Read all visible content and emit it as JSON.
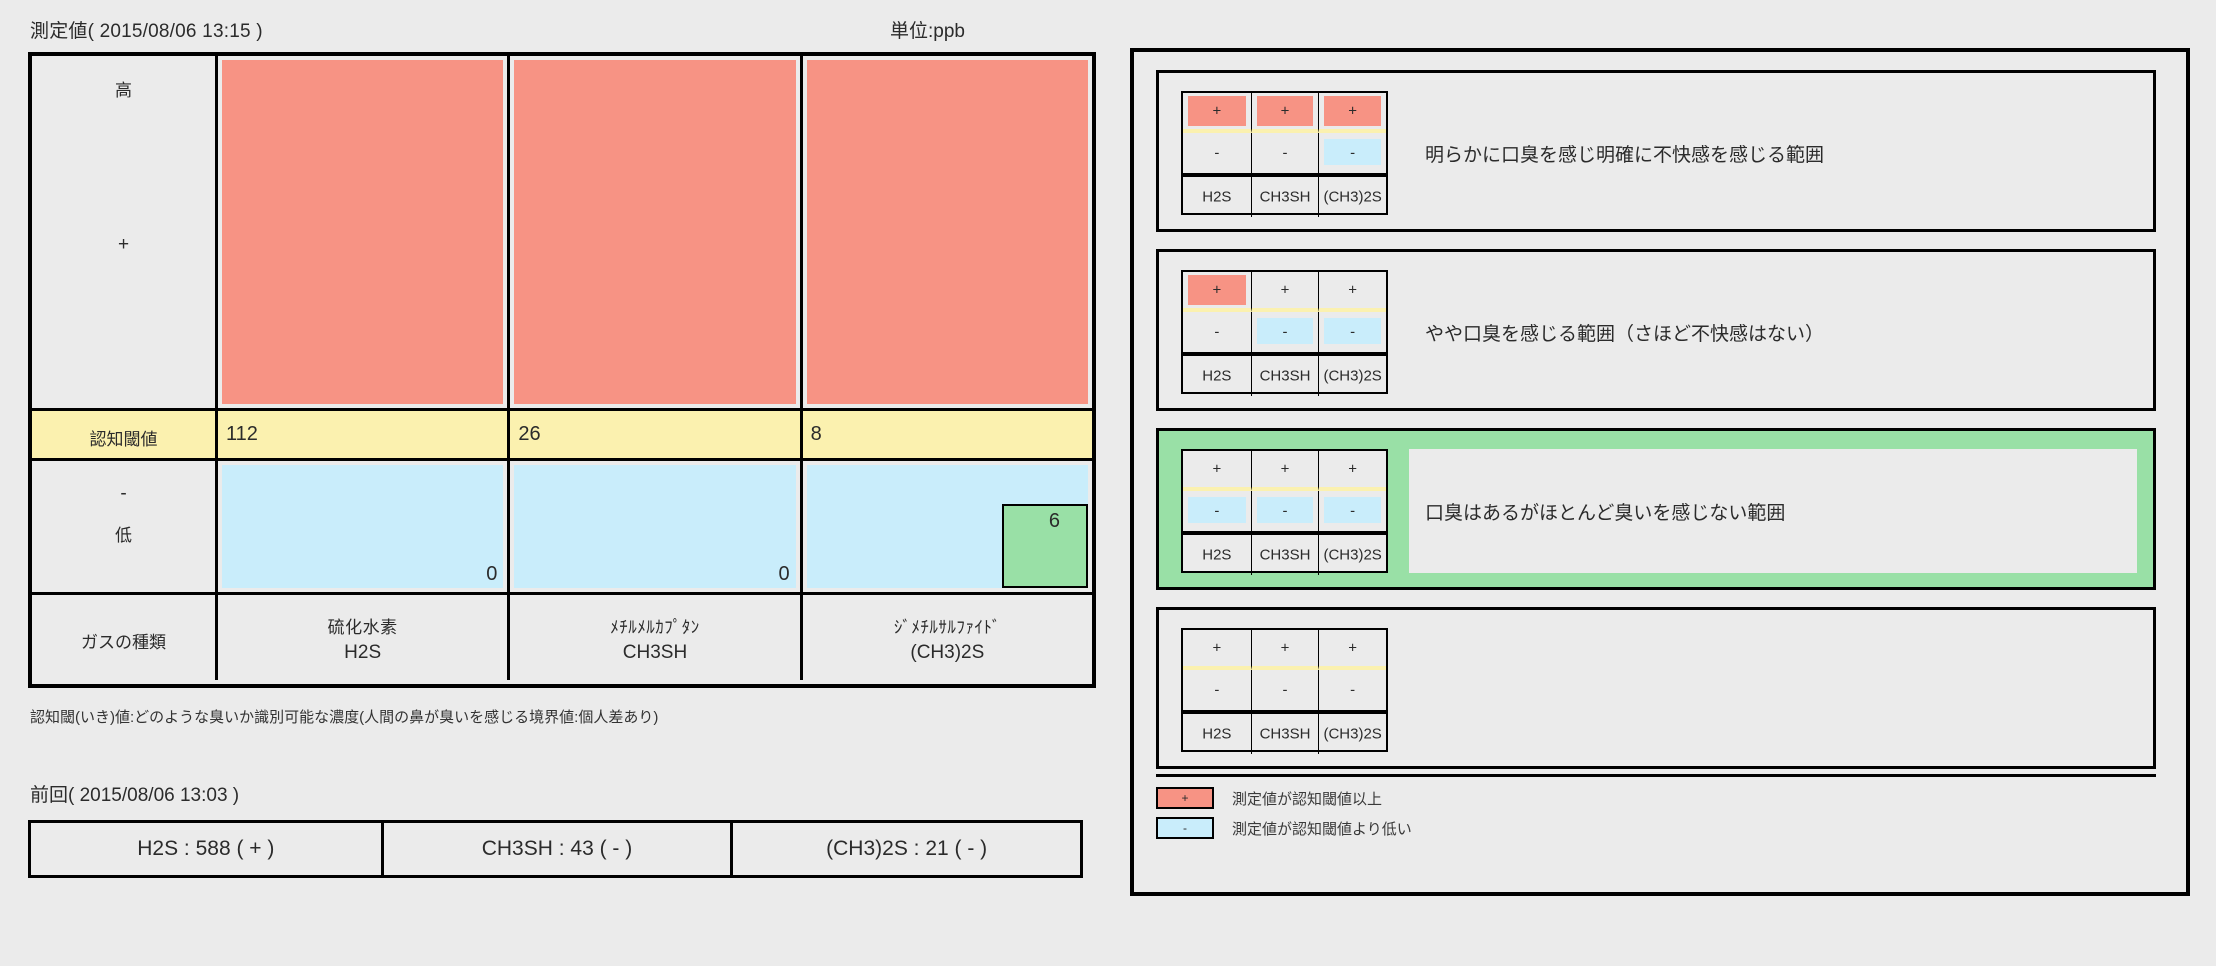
{
  "left": {
    "header": {
      "measured_title": "測定値( 2015/08/06 13:15 )",
      "unit": "単位:ppb"
    },
    "axis": {
      "high": "高",
      "plus": "+",
      "threshold_label": "認知閾値",
      "minus": "-",
      "low": "低",
      "kind": "ガスの種類"
    },
    "gases": [
      {
        "jp": "硫化水素",
        "en": "H2S",
        "threshold": "112",
        "value": "0",
        "above": false
      },
      {
        "jp": "ﾒﾁﾙﾒﾙｶﾌﾟﾀﾝ",
        "en": "CH3SH",
        "threshold": "26",
        "value": "0",
        "above": false
      },
      {
        "jp": "ｼﾞﾒﾁﾙｻﾙﾌｧｲﾄﾞ",
        "en": "(CH3)2S",
        "threshold": "8",
        "value": "6",
        "above": false
      }
    ],
    "note": "認知閾(いき)値:どのような臭いか識別可能な濃度(人間の鼻が臭いを感じる境界値:個人差あり)",
    "previous": {
      "title": "前回( 2015/08/06 13:03 )",
      "items": [
        "H2S : 588 ( + )",
        "CH3SH : 43 ( - )",
        "(CH3)2S : 21 ( - )"
      ]
    }
  },
  "right": {
    "ranges": [
      {
        "active": false,
        "description": "明らかに口臭を感じ明確に不快感を感じる範囲",
        "plus": [
          "red",
          "red",
          "red"
        ],
        "minus": [
          "none",
          "none",
          "blue"
        ],
        "labels": [
          "H2S",
          "CH3SH",
          "(CH3)2S"
        ],
        "sym_plus": "+",
        "sym_minus": "-"
      },
      {
        "active": false,
        "description": "やや口臭を感じる範囲（さほど不快感はない）",
        "plus": [
          "red",
          "none",
          "none"
        ],
        "minus": [
          "none",
          "blue",
          "blue"
        ],
        "labels": [
          "H2S",
          "CH3SH",
          "(CH3)2S"
        ],
        "sym_plus": "+",
        "sym_minus": "-"
      },
      {
        "active": true,
        "description": "口臭はあるがほとんど臭いを感じない範囲",
        "plus": [
          "none",
          "none",
          "none"
        ],
        "minus": [
          "blue",
          "blue",
          "blue"
        ],
        "labels": [
          "H2S",
          "CH3SH",
          "(CH3)2S"
        ],
        "sym_plus": "+",
        "sym_minus": "-"
      },
      {
        "active": false,
        "description": "",
        "plus": [
          "none",
          "none",
          "none"
        ],
        "minus": [
          "none",
          "none",
          "none"
        ],
        "labels": [
          "H2S",
          "CH3SH",
          "(CH3)2S"
        ],
        "sym_plus": "+",
        "sym_minus": "-"
      }
    ],
    "key": [
      {
        "sym": "+",
        "color": "red",
        "text": "測定値が認知閾値以上"
      },
      {
        "sym": "-",
        "color": "blue",
        "text": "測定値が認知閾値より低い"
      }
    ]
  },
  "colors": {
    "above_threshold": "#f79384",
    "below_threshold": "#c9edfb",
    "threshold_band": "#fbf1af",
    "highlight": "#99e0a6",
    "background": "#ebebeb"
  }
}
